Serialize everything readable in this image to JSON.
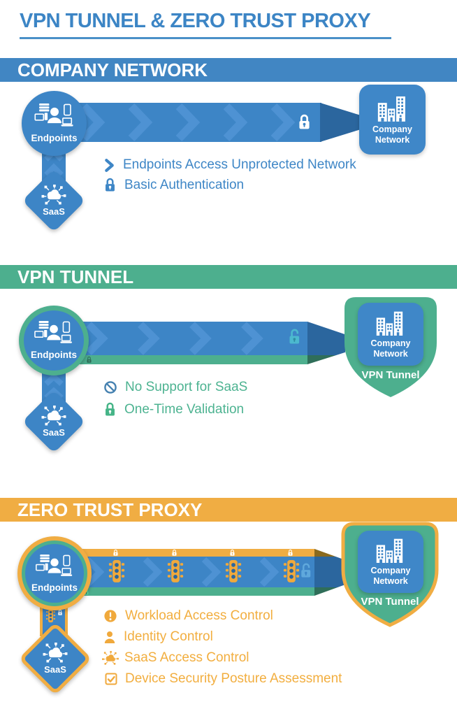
{
  "title": "VPN TUNNEL & ZERO TRUST PROXY",
  "colors": {
    "blue": "#3d85c6",
    "blue_dark": "#2b669e",
    "blue_chevron": "#4e92d3",
    "green": "#4daf8e",
    "green_dark": "#2f6e59",
    "teal_unlock": "#4cb9cf",
    "orange": "#f0ad43",
    "olive_dark": "#8a6a1e",
    "white": "#ffffff"
  },
  "sections": [
    {
      "banner": "COMPANY NETWORK",
      "accent": "#3d85c6",
      "endpoints_label": "Endpoints",
      "saas_label": "SaaS",
      "network_label": "Company Network",
      "band_icon": "lock-closed-icon",
      "bullets": [
        {
          "icon": "chevron-right-icon",
          "text": "Endpoints Access Unprotected Network"
        },
        {
          "icon": "lock-icon",
          "text": "Basic Authentication"
        }
      ]
    },
    {
      "banner": "VPN TUNNEL",
      "accent": "#4daf8e",
      "endpoints_label": "Endpoints",
      "saas_label": "SaaS",
      "network_label": "Company Network",
      "tunnel_label": "VPN Tunnel",
      "band_icon": "lock-open-icon",
      "bullets": [
        {
          "icon": "no-entry-icon",
          "text": "No Support for SaaS"
        },
        {
          "icon": "lock-icon",
          "text": "One-Time Validation"
        }
      ]
    },
    {
      "banner": "ZERO TRUST PROXY",
      "accent": "#f0ad43",
      "endpoints_label": "Endpoints",
      "saas_label": "SaaS",
      "network_label": "Company Network",
      "tunnel_label": "VPN Tunnel",
      "band_icon": "lock-open-icon",
      "checkpoint_icon": "traffic-light-icon",
      "bullets": [
        {
          "icon": "exclamation-icon",
          "text": "Workload Access Control"
        },
        {
          "icon": "person-icon",
          "text": "Identity Control"
        },
        {
          "icon": "saas-cloud-icon",
          "text": "SaaS Access Control"
        },
        {
          "icon": "checkbox-check-icon",
          "text": "Device Security Posture Assessment"
        }
      ]
    }
  ]
}
